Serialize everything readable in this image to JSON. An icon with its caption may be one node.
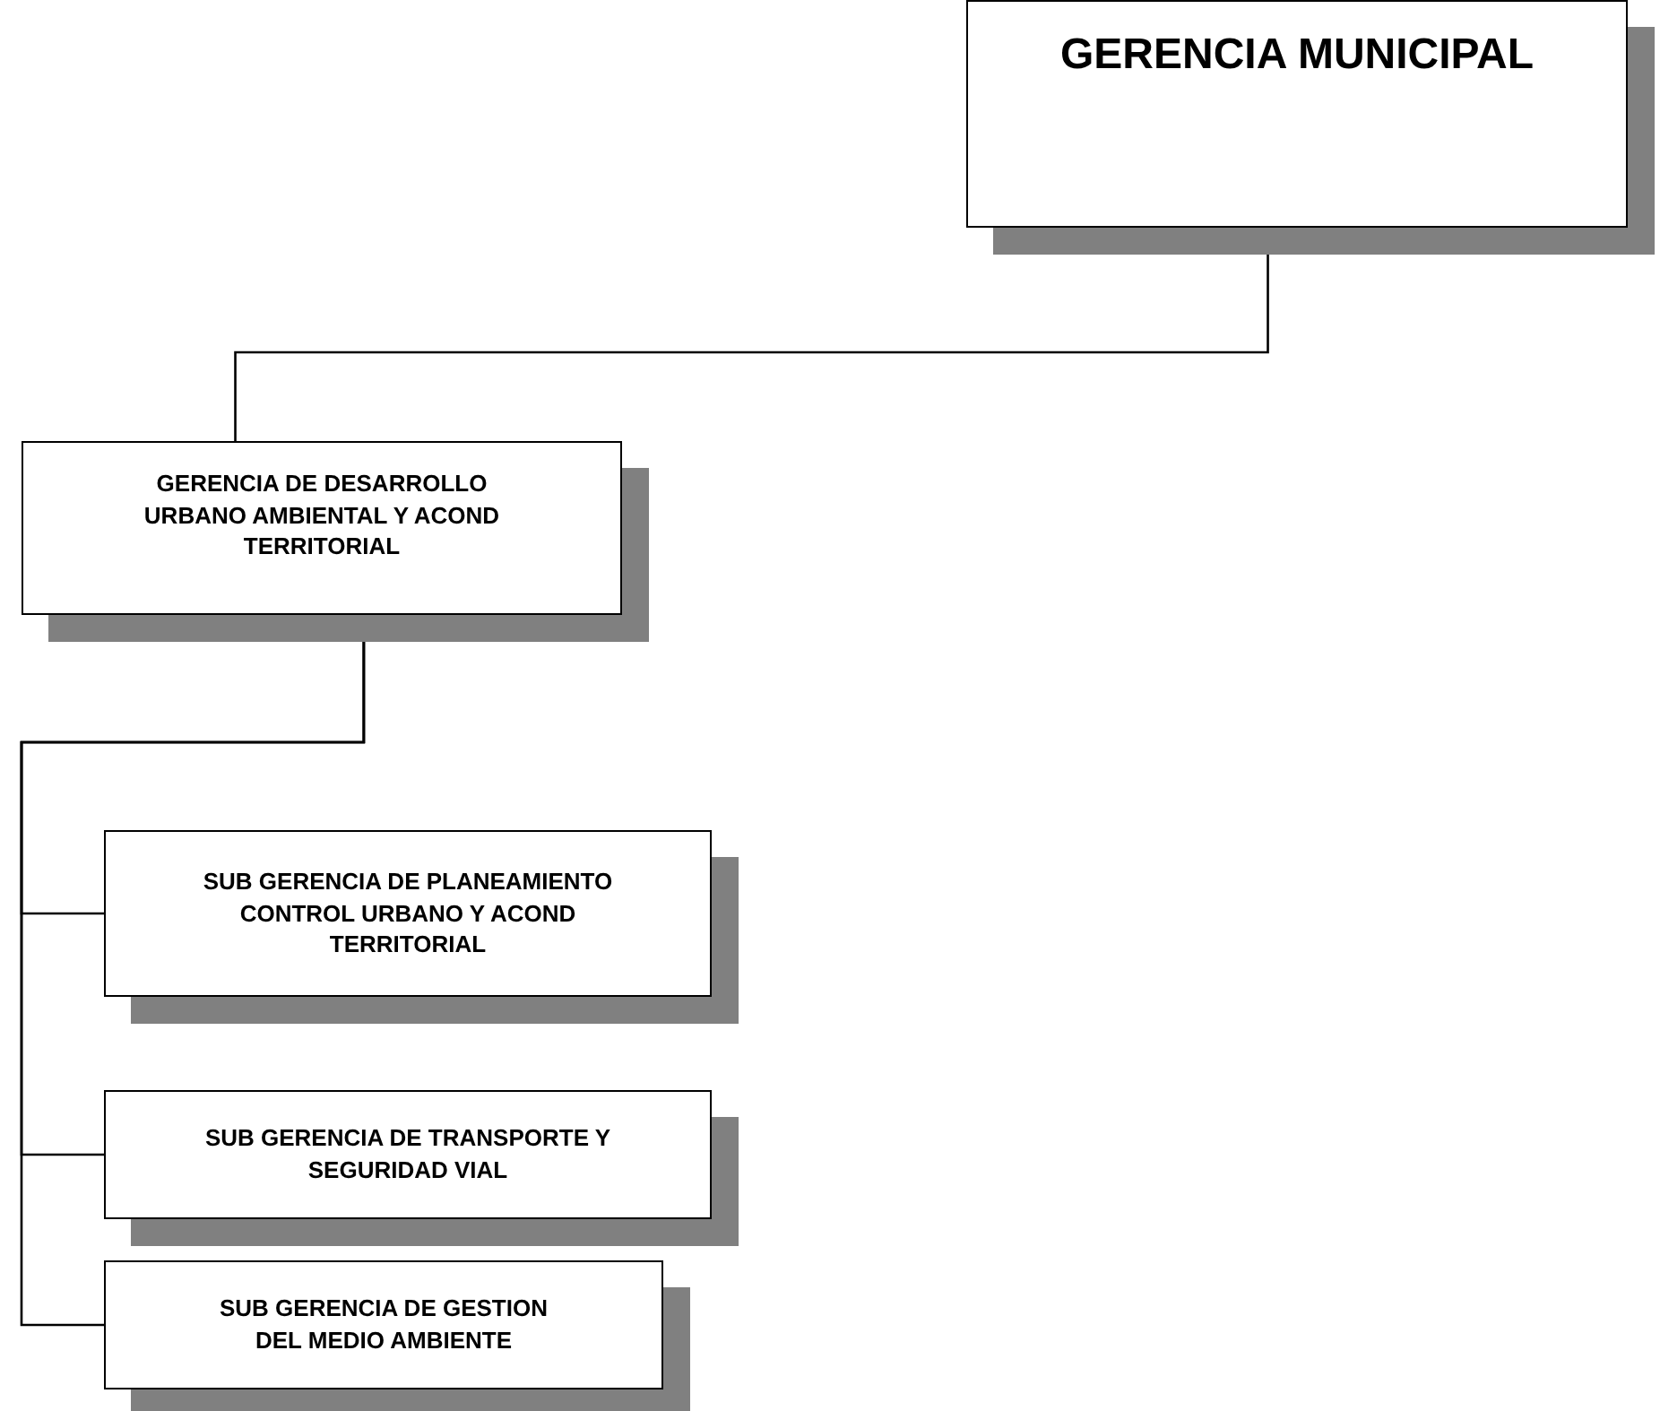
{
  "diagram": {
    "nodes": [
      {
        "text": [
          "GERENCIA MUNICIPAL"
        ]
      },
      {
        "text": [
          "GERENCIA DE DESARROLLO URBANO AMBIENTAL Y ACOND TERRITORIAL"
        ]
      },
      {
        "text": [
          "SUB GERENCIA DE PLANEAMIENTO CONTROL URBANO Y ACOND TERRITORIAL"
        ]
      },
      {
        "text": [
          "SUB GERENCIA DE TRANSPORTE Y SEGURIDAD VIAL"
        ]
      },
      {
        "text": [
          "SUB GERENCIA DE GESTION DEL MEDIO AMBIENTE"
        ]
      }
    ],
    "edges": [
      {
        "from": 0,
        "to": 1,
        "arrow": "none"
      },
      {
        "from": 1,
        "to": 2,
        "arrow": "none"
      },
      {
        "from": 1,
        "to": 3,
        "arrow": "none"
      },
      {
        "from": 1,
        "to": 4,
        "arrow": "none"
      }
    ]
  }
}
